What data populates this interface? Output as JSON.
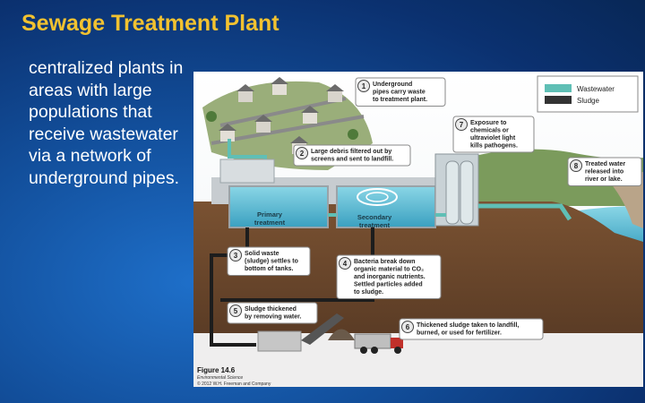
{
  "slide": {
    "title": "Sewage Treatment Plant",
    "body": "centralized plants in areas with large populations that receive wastewater via a network of underground pipes."
  },
  "figure": {
    "legend": {
      "wastewater": "Wastewater",
      "sludge": "Sludge"
    },
    "tanks": {
      "primary_1": "Primary",
      "primary_2": "treatment",
      "secondary_1": "Secondary",
      "secondary_2": "treatment"
    },
    "steps": [
      {
        "num": "1",
        "lines": [
          "Underground",
          "pipes carry waste",
          "to treatment plant."
        ]
      },
      {
        "num": "2",
        "lines": [
          "Large debris filtered out by",
          "screens and sent to landfill."
        ]
      },
      {
        "num": "3",
        "lines": [
          "Solid waste",
          "(sludge) settles to",
          "bottom of tanks."
        ]
      },
      {
        "num": "4",
        "lines": [
          "Bacteria break down",
          "organic material to CO₂",
          "and inorganic nutrients.",
          "Settled particles added",
          "to sludge."
        ]
      },
      {
        "num": "5",
        "lines": [
          "Sludge thickened",
          "by removing water."
        ]
      },
      {
        "num": "6",
        "lines": [
          "Thickened sludge taken to landfill,",
          "burned, or used for fertilizer."
        ]
      },
      {
        "num": "7",
        "lines": [
          "Exposure to",
          "chemicals or",
          "ultraviolet light",
          "kills pathogens."
        ]
      },
      {
        "num": "8",
        "lines": [
          "Treated water",
          "released into",
          "river or lake."
        ]
      }
    ],
    "caption": {
      "figure": "Figure 14.6",
      "book": "Environmental Science",
      "credit": "© 2012 W.H. Freeman and Company"
    }
  },
  "colors": {
    "title": "#f2c230",
    "wastewater": "#5fbfb5",
    "sludge": "#333333",
    "callout_border": "#8a8a8a",
    "badge": "#e9e9e9"
  }
}
